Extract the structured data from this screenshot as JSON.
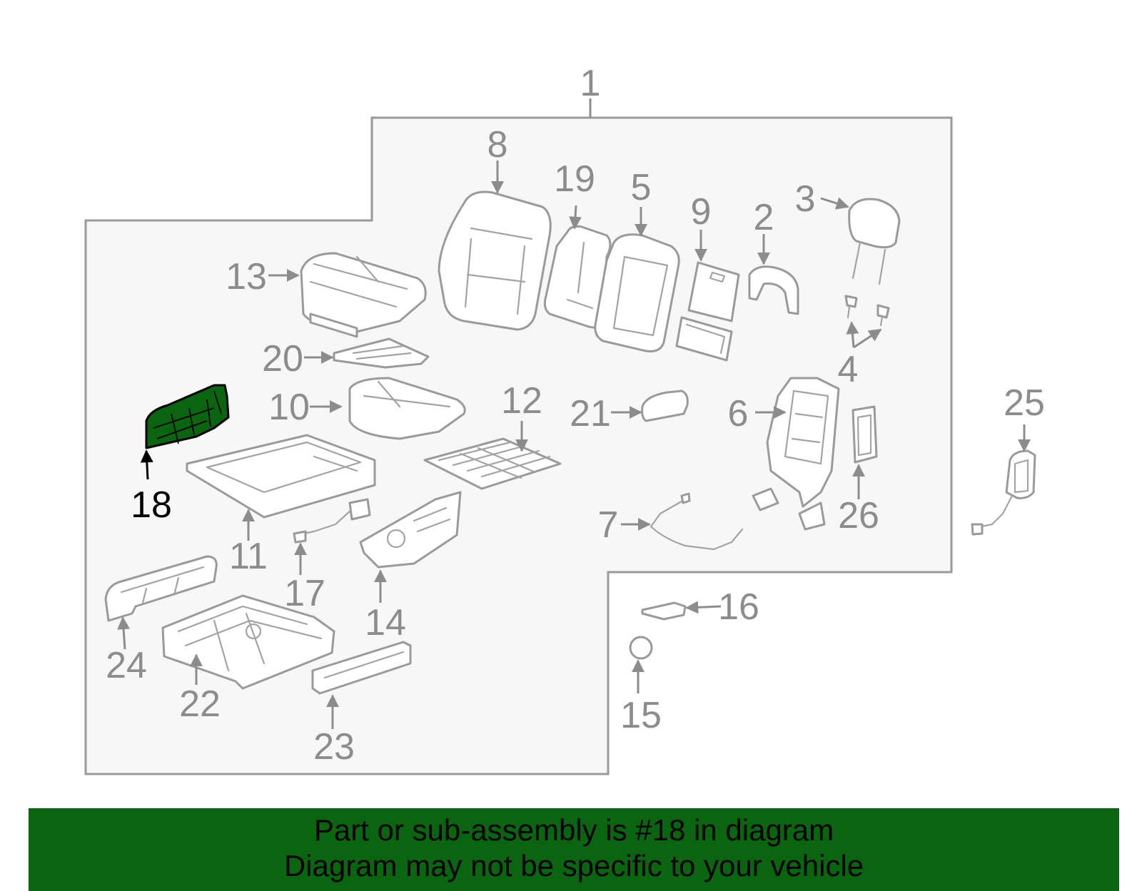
{
  "diagram": {
    "highlighted_part": "18",
    "callouts": [
      "1",
      "2",
      "3",
      "4",
      "5",
      "6",
      "7",
      "8",
      "9",
      "10",
      "11",
      "12",
      "13",
      "14",
      "15",
      "16",
      "17",
      "18",
      "19",
      "20",
      "21",
      "22",
      "23",
      "24",
      "25",
      "26"
    ]
  },
  "banner": {
    "line1": "Part or sub-assembly is #18 in diagram",
    "line2": "Diagram may not be specific to your vehicle"
  },
  "colors": {
    "banner_bg": "#0a6410",
    "highlight_part": "#0a6410",
    "panel_bg": "#f7f7f7",
    "line_gray": "#9a9a9a"
  }
}
